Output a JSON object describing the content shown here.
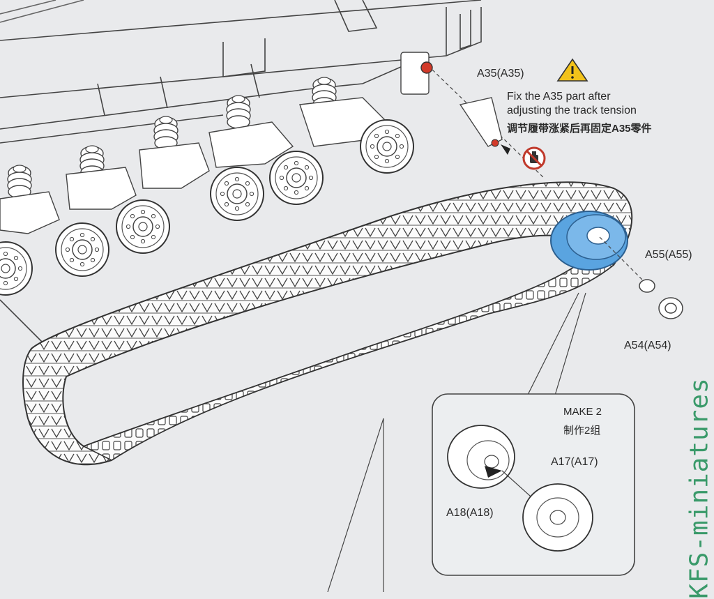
{
  "labels": {
    "a35": "A35(A35)",
    "fix_line1": "Fix the A35 part after",
    "fix_line2": "adjusting the track tension",
    "fix_cn": "调节履带涨紧后再固定A35零件",
    "a55": "A55(A55)",
    "a54": "A54(A54)",
    "make": "MAKE 2",
    "make_cn": "制作2组",
    "a17": "A17(A17)",
    "a18": "A18(A18)"
  },
  "watermark": "KFS-miniatures",
  "icons": {
    "warning": "warning-triangle-icon",
    "no_glue": "no-glue-icon"
  },
  "colors": {
    "line": "#3a3a3a",
    "highlight": "#5aa4e0",
    "warning": "#f2c21a",
    "nogo": "#c0392b",
    "accent_red": "#d23a2a",
    "watermark": "#3a9a6a"
  }
}
